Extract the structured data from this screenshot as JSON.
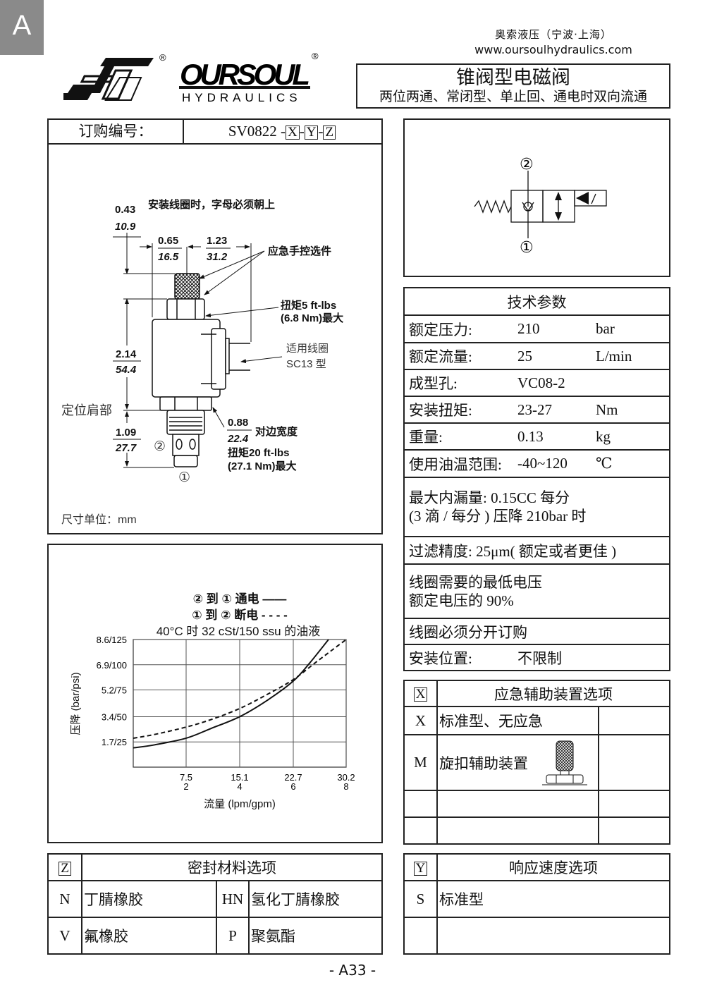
{
  "header": {
    "section_tab": "A",
    "company": "奥索液压（宁波·上海）",
    "url": "www.oursoulhydraulics.com",
    "logo": {
      "brand": "OURSOUL",
      "sub": "HYDRAULICS",
      "reg": "®"
    },
    "title": "锥阀型电磁阀",
    "subtitle": "两位两通、常闭型、单止回、通电时双向流通"
  },
  "order": {
    "label": "订购编号：",
    "code": "SV0822",
    "sep": "-",
    "x": "X",
    "y": "Y",
    "z": "Z"
  },
  "drawing": {
    "coil_note": "安装线圈时，字母必须朝上",
    "dim_top_in": "0.43",
    "dim_top_mm": "10.9",
    "dim_w1_in": "0.65",
    "dim_w1_mm": "16.5",
    "dim_w2_in": "1.23",
    "dim_w2_mm": "31.2",
    "dim_body_in": "2.14",
    "dim_body_mm": "54.4",
    "dim_cart_in": "1.09",
    "dim_cart_mm": "27.7",
    "dim_hex_in": "0.88",
    "dim_hex_mm": "22.4",
    "manual_option": "应急手控选件",
    "nut_torque_1": "扭矩5 ft-lbs",
    "nut_torque_2": "(6.8 Nm)最大",
    "coil_label_1": "适用线圈",
    "coil_label_2": "SC13 型",
    "shoulder": "定位肩部",
    "hex_label": "对边宽度",
    "torque_1": "扭矩20 ft-lbs",
    "torque_2": "(27.1 Nm)最大",
    "port2": "②",
    "port1": "①",
    "units": "尺寸单位：mm"
  },
  "schematic": {
    "port2": "②",
    "port1": "①"
  },
  "specs": {
    "title": "技术参数",
    "rows": [
      {
        "label": "额定压力:",
        "value": "210",
        "unit": "bar"
      },
      {
        "label": "额定流量:",
        "value": "25",
        "unit": "L/min"
      },
      {
        "label": "成型孔:",
        "value": "VC08-2",
        "unit": ""
      },
      {
        "label": "安装扭矩:",
        "value": "23-27",
        "unit": "Nm"
      },
      {
        "label": "重量:",
        "value": "0.13",
        "unit": "kg"
      },
      {
        "label": "使用油温范围:",
        "value": "-40~120",
        "unit": "℃"
      }
    ],
    "leak_1": "最大内漏量:  0.15CC 每分",
    "leak_2": "(3 滴 / 每分 ) 压降 210bar 时",
    "filter": "过滤精度: 25μm( 额定或者更佳 )",
    "voltage_1": "线圈需要的最低电压",
    "voltage_2": "额定电压的 90%",
    "coil_order": "线圈必须分开订购",
    "mount_label": "安装位置:",
    "mount_value": "不限制"
  },
  "chart_data": {
    "type": "line",
    "legend": [
      "② 到 ① 通电 ——",
      "① 到 ② 断电 - - - -"
    ],
    "title": "40°C 时 32 cSt/150 ssu 的油液",
    "xlabel": "流量 (lpm/gpm)",
    "ylabel": "压降 (bar/psi)",
    "xlim": [
      0,
      30.2
    ],
    "ylim": [
      0,
      8.6
    ],
    "grid": true,
    "x_ticks": [
      7.5,
      15.1,
      22.7,
      30.2
    ],
    "x_tick_labels": [
      [
        "7.5",
        "2"
      ],
      [
        "15.1",
        "4"
      ],
      [
        "22.7",
        "6"
      ],
      [
        "30.2",
        "8"
      ]
    ],
    "y_ticks": [
      1.7,
      3.4,
      5.2,
      6.9,
      8.6
    ],
    "y_tick_labels": [
      "1.7/25",
      "3.4/50",
      "5.2/75",
      "6.9/100",
      "8.6/125"
    ],
    "series": [
      {
        "name": "② 到 ① 通电",
        "style": "solid",
        "x": [
          0,
          3,
          7.5,
          11,
          15.1,
          19,
          22.7,
          25,
          27.7
        ],
        "y": [
          1.3,
          1.5,
          1.95,
          2.6,
          3.4,
          4.5,
          5.8,
          7.0,
          8.6
        ]
      },
      {
        "name": "① 到 ② 断电",
        "style": "dashed",
        "x": [
          0,
          3,
          7.5,
          11,
          15.1,
          19,
          22.7,
          26,
          30.2
        ],
        "y": [
          1.95,
          2.2,
          2.7,
          3.2,
          3.95,
          4.9,
          5.9,
          7.1,
          8.6
        ]
      }
    ]
  },
  "option_x": {
    "key": "X",
    "title": "应急辅助装置选项",
    "rows": [
      {
        "code": "X",
        "desc": "标准型、无应急"
      },
      {
        "code": "M",
        "desc": "旋扣辅助装置"
      }
    ]
  },
  "option_z": {
    "key": "Z",
    "title": "密封材料选项",
    "rows": [
      {
        "c1": "N",
        "d1": "丁腈橡胶",
        "c2": "HN",
        "d2": "氢化丁腈橡胶"
      },
      {
        "c1": "V",
        "d1": "氟橡胶",
        "c2": "P",
        "d2": "聚氨酯"
      }
    ]
  },
  "option_y": {
    "key": "Y",
    "title": "响应速度选项",
    "rows": [
      {
        "code": "S",
        "desc": "标准型"
      }
    ]
  },
  "footer": {
    "page": "- A33 -"
  }
}
